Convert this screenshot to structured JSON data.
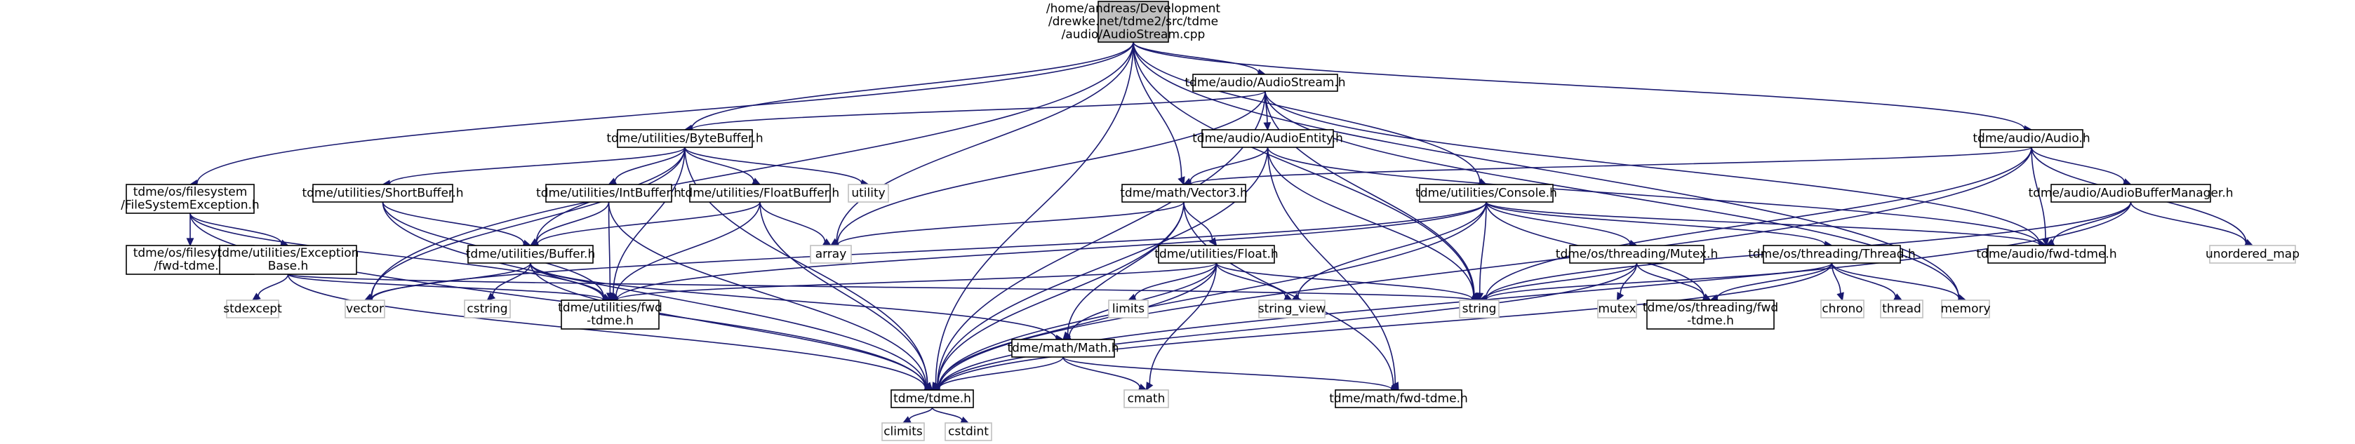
{
  "diagram": {
    "type": "include-dependency-graph",
    "colors": {
      "edge": "#191970",
      "root_fill": "#bfbfbf",
      "node_border": "#000000",
      "external_border": "#bfbfbf",
      "background": "#ffffff"
    },
    "nodes": [
      {
        "id": "root",
        "kind": "root",
        "lines": [
          "/home/andreas/Development",
          "/drewke.net/tdme2/src/tdme",
          "/audio/AudioStream.cpp"
        ]
      },
      {
        "id": "audiostream_h",
        "kind": "file",
        "lines": [
          "tdme/audio/AudioStream.h"
        ]
      },
      {
        "id": "bytebuffer_h",
        "kind": "file",
        "lines": [
          "tdme/utilities/ByteBuffer.h"
        ]
      },
      {
        "id": "audioentity_h",
        "kind": "file",
        "lines": [
          "tdme/audio/AudioEntity.h"
        ]
      },
      {
        "id": "audio_h",
        "kind": "file",
        "lines": [
          "tdme/audio/Audio.h"
        ]
      },
      {
        "id": "fsexception_h",
        "kind": "file",
        "lines": [
          "tdme/os/filesystem",
          "/FileSystemException.h"
        ]
      },
      {
        "id": "shortbuffer_h",
        "kind": "file",
        "lines": [
          "tdme/utilities/ShortBuffer.h"
        ]
      },
      {
        "id": "intbuffer_h",
        "kind": "file",
        "lines": [
          "tdme/utilities/IntBuffer.h"
        ]
      },
      {
        "id": "floatbuffer_h",
        "kind": "file",
        "lines": [
          "tdme/utilities/FloatBuffer.h"
        ]
      },
      {
        "id": "utility",
        "kind": "system",
        "lines": [
          "utility"
        ]
      },
      {
        "id": "vector3_h",
        "kind": "file",
        "lines": [
          "tdme/math/Vector3.h"
        ]
      },
      {
        "id": "console_h",
        "kind": "file",
        "lines": [
          "tdme/utilities/Console.h"
        ]
      },
      {
        "id": "bufmgr_h",
        "kind": "file",
        "lines": [
          "tdme/audio/AudioBufferManager.h"
        ]
      },
      {
        "id": "fs_fwd_h",
        "kind": "file",
        "lines": [
          "tdme/os/filesystem",
          "/fwd-tdme.h"
        ]
      },
      {
        "id": "exceptionbase_h",
        "kind": "file",
        "lines": [
          "tdme/utilities/Exception",
          "Base.h"
        ]
      },
      {
        "id": "buffer_h",
        "kind": "file",
        "lines": [
          "tdme/utilities/Buffer.h"
        ]
      },
      {
        "id": "array",
        "kind": "system",
        "lines": [
          "array"
        ]
      },
      {
        "id": "float_h",
        "kind": "file",
        "lines": [
          "tdme/utilities/Float.h"
        ]
      },
      {
        "id": "mutex_h",
        "kind": "file",
        "lines": [
          "tdme/os/threading/Mutex.h"
        ]
      },
      {
        "id": "thread_h",
        "kind": "file",
        "lines": [
          "tdme/os/threading/Thread.h"
        ]
      },
      {
        "id": "audio_fwd_h",
        "kind": "file",
        "lines": [
          "tdme/audio/fwd-tdme.h"
        ]
      },
      {
        "id": "unordered_map",
        "kind": "system",
        "lines": [
          "unordered_map"
        ]
      },
      {
        "id": "stdexcept",
        "kind": "system",
        "lines": [
          "stdexcept"
        ]
      },
      {
        "id": "vector",
        "kind": "system",
        "lines": [
          "vector"
        ]
      },
      {
        "id": "cstring",
        "kind": "system",
        "lines": [
          "cstring"
        ]
      },
      {
        "id": "util_fwd_h",
        "kind": "file",
        "lines": [
          "tdme/utilities/fwd",
          "-tdme.h"
        ]
      },
      {
        "id": "limits",
        "kind": "system",
        "lines": [
          "limits"
        ]
      },
      {
        "id": "string_view",
        "kind": "system",
        "lines": [
          "string_view"
        ]
      },
      {
        "id": "string",
        "kind": "system",
        "lines": [
          "string"
        ]
      },
      {
        "id": "mutex",
        "kind": "system",
        "lines": [
          "mutex"
        ]
      },
      {
        "id": "threading_fwd_h",
        "kind": "file",
        "lines": [
          "tdme/os/threading/fwd",
          "-tdme.h"
        ]
      },
      {
        "id": "chrono",
        "kind": "system",
        "lines": [
          "chrono"
        ]
      },
      {
        "id": "thread",
        "kind": "system",
        "lines": [
          "thread"
        ]
      },
      {
        "id": "memory",
        "kind": "system",
        "lines": [
          "memory"
        ]
      },
      {
        "id": "math_h",
        "kind": "file",
        "lines": [
          "tdme/math/Math.h"
        ]
      },
      {
        "id": "tdme_h",
        "kind": "file",
        "lines": [
          "tdme/tdme.h"
        ]
      },
      {
        "id": "cmath",
        "kind": "system",
        "lines": [
          "cmath"
        ]
      },
      {
        "id": "math_fwd_h",
        "kind": "file",
        "lines": [
          "tdme/math/fwd-tdme.h"
        ]
      },
      {
        "id": "climits",
        "kind": "system",
        "lines": [
          "climits"
        ]
      },
      {
        "id": "cstdint",
        "kind": "system",
        "lines": [
          "cstdint"
        ]
      }
    ],
    "edges": [
      [
        "root",
        "audiostream_h"
      ],
      [
        "root",
        "bytebuffer_h"
      ],
      [
        "root",
        "fsexception_h"
      ],
      [
        "root",
        "vector3_h"
      ],
      [
        "root",
        "console_h"
      ],
      [
        "root",
        "audio_h"
      ],
      [
        "root",
        "vector"
      ],
      [
        "root",
        "string"
      ],
      [
        "root",
        "memory"
      ],
      [
        "root",
        "tdme_h"
      ],
      [
        "root",
        "array"
      ],
      [
        "audiostream_h",
        "bytebuffer_h"
      ],
      [
        "audiostream_h",
        "audioentity_h"
      ],
      [
        "audiostream_h",
        "array"
      ],
      [
        "audiostream_h",
        "string"
      ],
      [
        "audiostream_h",
        "tdme_h"
      ],
      [
        "audiostream_h",
        "audio_fwd_h"
      ],
      [
        "audiostream_h",
        "memory"
      ],
      [
        "bytebuffer_h",
        "shortbuffer_h"
      ],
      [
        "bytebuffer_h",
        "intbuffer_h"
      ],
      [
        "bytebuffer_h",
        "floatbuffer_h"
      ],
      [
        "bytebuffer_h",
        "utility"
      ],
      [
        "bytebuffer_h",
        "buffer_h"
      ],
      [
        "bytebuffer_h",
        "vector"
      ],
      [
        "bytebuffer_h",
        "util_fwd_h"
      ],
      [
        "bytebuffer_h",
        "tdme_h"
      ],
      [
        "audioentity_h",
        "vector3_h"
      ],
      [
        "audioentity_h",
        "string"
      ],
      [
        "audioentity_h",
        "tdme_h"
      ],
      [
        "audioentity_h",
        "math_fwd_h"
      ],
      [
        "audioentity_h",
        "audio_fwd_h"
      ],
      [
        "audio_h",
        "vector3_h"
      ],
      [
        "audio_h",
        "bufmgr_h"
      ],
      [
        "audio_h",
        "audio_fwd_h"
      ],
      [
        "audio_h",
        "unordered_map"
      ],
      [
        "audio_h",
        "string"
      ],
      [
        "audio_h",
        "tdme_h"
      ],
      [
        "fsexception_h",
        "fs_fwd_h"
      ],
      [
        "fsexception_h",
        "exceptionbase_h"
      ],
      [
        "fsexception_h",
        "tdme_h"
      ],
      [
        "fsexception_h",
        "util_fwd_h"
      ],
      [
        "shortbuffer_h",
        "buffer_h"
      ],
      [
        "shortbuffer_h",
        "util_fwd_h"
      ],
      [
        "shortbuffer_h",
        "tdme_h"
      ],
      [
        "intbuffer_h",
        "buffer_h"
      ],
      [
        "intbuffer_h",
        "util_fwd_h"
      ],
      [
        "intbuffer_h",
        "tdme_h"
      ],
      [
        "floatbuffer_h",
        "buffer_h"
      ],
      [
        "floatbuffer_h",
        "array"
      ],
      [
        "floatbuffer_h",
        "util_fwd_h"
      ],
      [
        "floatbuffer_h",
        "tdme_h"
      ],
      [
        "vector3_h",
        "array"
      ],
      [
        "vector3_h",
        "float_h"
      ],
      [
        "vector3_h",
        "math_h"
      ],
      [
        "vector3_h",
        "tdme_h"
      ],
      [
        "vector3_h",
        "math_fwd_h"
      ],
      [
        "console_h",
        "mutex_h"
      ],
      [
        "console_h",
        "thread_h"
      ],
      [
        "console_h",
        "string"
      ],
      [
        "console_h",
        "string_view"
      ],
      [
        "console_h",
        "vector"
      ],
      [
        "console_h",
        "threading_fwd_h"
      ],
      [
        "console_h",
        "util_fwd_h"
      ],
      [
        "console_h",
        "tdme_h"
      ],
      [
        "console_h",
        "audio_fwd_h"
      ],
      [
        "bufmgr_h",
        "audio_fwd_h"
      ],
      [
        "bufmgr_h",
        "unordered_map"
      ],
      [
        "bufmgr_h",
        "string"
      ],
      [
        "bufmgr_h",
        "tdme_h"
      ],
      [
        "exceptionbase_h",
        "stdexcept"
      ],
      [
        "exceptionbase_h",
        "string"
      ],
      [
        "exceptionbase_h",
        "tdme_h"
      ],
      [
        "exceptionbase_h",
        "util_fwd_h"
      ],
      [
        "buffer_h",
        "cstring"
      ],
      [
        "buffer_h",
        "vector"
      ],
      [
        "buffer_h",
        "util_fwd_h"
      ],
      [
        "buffer_h",
        "math_h"
      ],
      [
        "buffer_h",
        "tdme_h"
      ],
      [
        "float_h",
        "limits"
      ],
      [
        "float_h",
        "string_view"
      ],
      [
        "float_h",
        "string"
      ],
      [
        "float_h",
        "cmath"
      ],
      [
        "float_h",
        "math_h"
      ],
      [
        "float_h",
        "tdme_h"
      ],
      [
        "float_h",
        "util_fwd_h"
      ],
      [
        "mutex_h",
        "mutex"
      ],
      [
        "mutex_h",
        "string"
      ],
      [
        "mutex_h",
        "threading_fwd_h"
      ],
      [
        "mutex_h",
        "tdme_h"
      ],
      [
        "thread_h",
        "chrono"
      ],
      [
        "thread_h",
        "thread"
      ],
      [
        "thread_h",
        "string"
      ],
      [
        "thread_h",
        "memory"
      ],
      [
        "thread_h",
        "threading_fwd_h"
      ],
      [
        "thread_h",
        "tdme_h"
      ],
      [
        "math_h",
        "cmath"
      ],
      [
        "math_h",
        "tdme_h"
      ],
      [
        "math_h",
        "math_fwd_h"
      ],
      [
        "tdme_h",
        "climits"
      ],
      [
        "tdme_h",
        "cstdint"
      ]
    ]
  }
}
